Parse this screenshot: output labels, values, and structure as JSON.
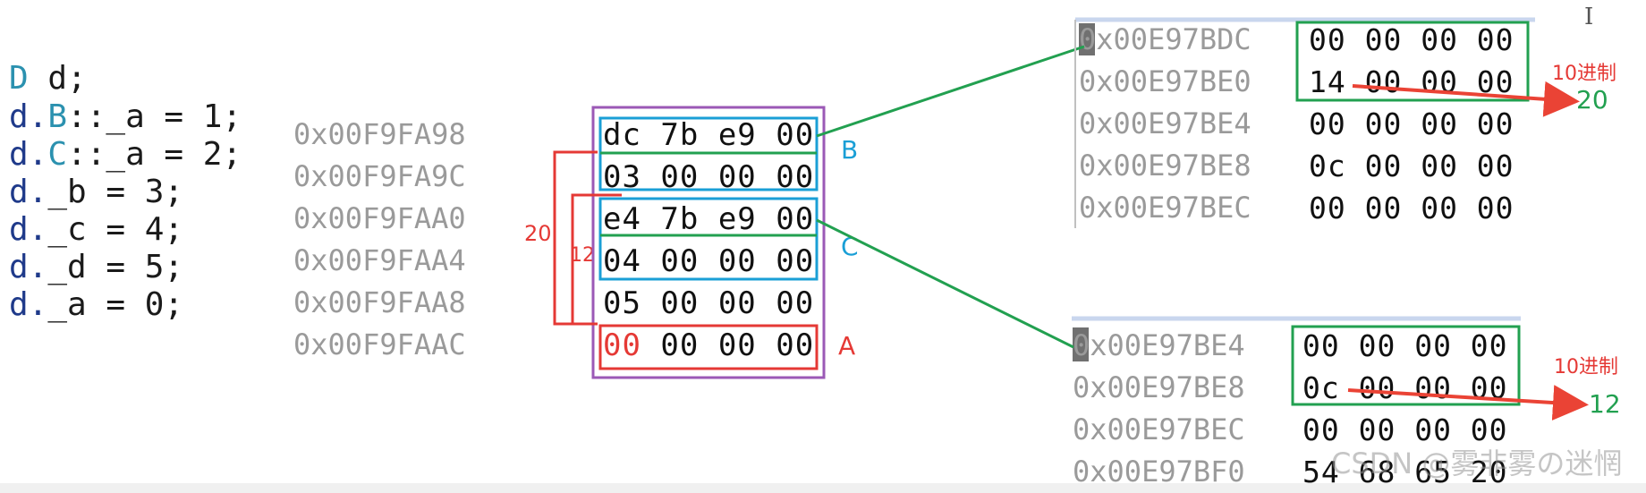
{
  "top_label": "",
  "code_lines": [
    [
      "D",
      " d;"
    ],
    [
      "d.",
      "B",
      "::_a = 1;"
    ],
    [
      "d.",
      "C",
      "::_a = 2;"
    ],
    [
      "d.",
      "",
      "_b = 3;"
    ],
    [
      "d.",
      "",
      "_c = 4;"
    ],
    [
      "d.",
      "",
      "_d = 5;"
    ],
    [
      "d.",
      "",
      "_a = 0;"
    ]
  ],
  "addresses": [
    "0x00F9FA98",
    "0x00F9FA9C",
    "0x00F9FAA0",
    "0x00F9FAA4",
    "0x00F9FAA8",
    "0x00F9FAAC"
  ],
  "memory_bytes": [
    "dc 7b e9 00",
    "03 00 00 00",
    "e4 7b e9 00",
    "04 00 00 00",
    "05 00 00 00",
    "00 00 00 00"
  ],
  "memory_first_byte_highlight": "00",
  "memory_last_rest": " 00 00 00",
  "region_labels": {
    "b": "B",
    "c": "C",
    "a": "A"
  },
  "offset_labels": {
    "outer": "20",
    "inner": "12"
  },
  "panel_top": {
    "addresses": [
      "0x00E97BDC",
      "0x00E97BE0",
      "0x00E97BE4",
      "0x00E97BE8",
      "0x00E97BEC"
    ],
    "bytes": [
      "00 00 00 00",
      "14 00 00 00",
      "00 00 00 00",
      "0c 00 00 00",
      "00 00 00 00"
    ],
    "note": "10进制",
    "result": "20"
  },
  "panel_bottom": {
    "addresses": [
      "0x00E97BE4",
      "0x00E97BE8",
      "0x00E97BEC",
      "0x00E97BF0"
    ],
    "bytes": [
      "00 00 00 00",
      "0c 00 00 00",
      "00 00 00 00",
      "54 68 65 20"
    ],
    "note": "10进制",
    "result": "12"
  },
  "watermark": "CSDN @雾非雾の迷惘",
  "cursor_glyph": "I",
  "colors": {
    "blue_box": "#1a9fd6",
    "green": "#22a050",
    "red": "#e53935",
    "purple": "#9b59b6",
    "arrow_red": "#ea4335",
    "label_blue": "#1a9fd6"
  }
}
